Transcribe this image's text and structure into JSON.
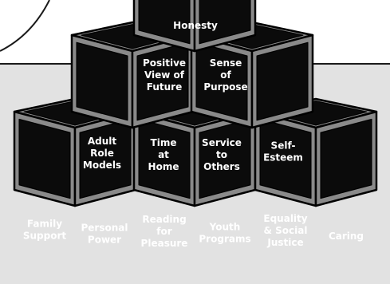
{
  "colors": {
    "panel_fill": "#e2e2e2",
    "panel_stroke": "#1a1a1a",
    "cube_dark": "#0b0b0b",
    "cube_border": "#8a8a8a",
    "cube_outline": "#000000",
    "text": "#ffffff"
  },
  "diagram": {
    "blocks": {
      "top_label": "Honesty",
      "row1": [
        {
          "lines": [
            "Positive",
            "View of",
            "Future"
          ]
        },
        {
          "lines": [
            "Sense",
            "of",
            "Purpose"
          ]
        }
      ],
      "row2": [
        {
          "lines": [
            "Adult",
            "Role",
            "Models"
          ]
        },
        {
          "lines": [
            "Time",
            "at",
            "Home"
          ]
        },
        {
          "lines": [
            "Service",
            "to",
            "Others"
          ]
        },
        {
          "lines": [
            "Self-",
            "Esteem"
          ]
        }
      ],
      "row3": [
        {
          "lines": [
            "Family",
            "Support"
          ]
        },
        {
          "lines": [
            "Personal",
            "Power"
          ]
        },
        {
          "lines": [
            "Reading",
            "for",
            "Pleasure"
          ]
        },
        {
          "lines": [
            "Youth",
            "Programs"
          ]
        },
        {
          "lines": [
            "Equality",
            "& Social",
            "Justice"
          ]
        },
        {
          "lines": [
            "Caring"
          ]
        }
      ]
    }
  }
}
